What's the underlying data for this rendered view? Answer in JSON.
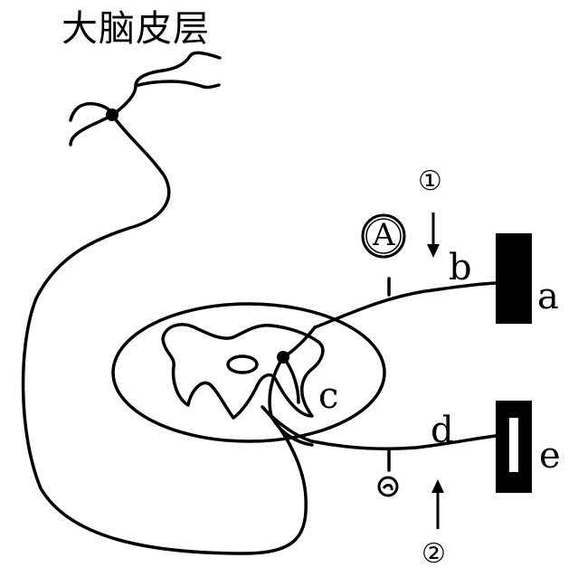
{
  "diagram": {
    "title": "大脑皮层",
    "meter_label": "A",
    "stimulus_labels": {
      "upper": "①",
      "lower": "②"
    },
    "part_labels": {
      "a": "a",
      "b": "b",
      "c": "c",
      "d": "d",
      "e": "e"
    }
  },
  "colors": {
    "ink": "#000000",
    "background": "#ffffff"
  }
}
